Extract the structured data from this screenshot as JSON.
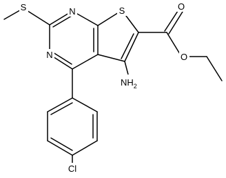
{
  "molecule": {
    "atoms": {
      "s_thio": "S",
      "s_methyl": "S",
      "n_top": "N",
      "n_left": "N",
      "o_ether": "O",
      "o_carbonyl": "O",
      "nh2_n": "NH",
      "nh2_sub": "2",
      "cl": "Cl"
    }
  }
}
